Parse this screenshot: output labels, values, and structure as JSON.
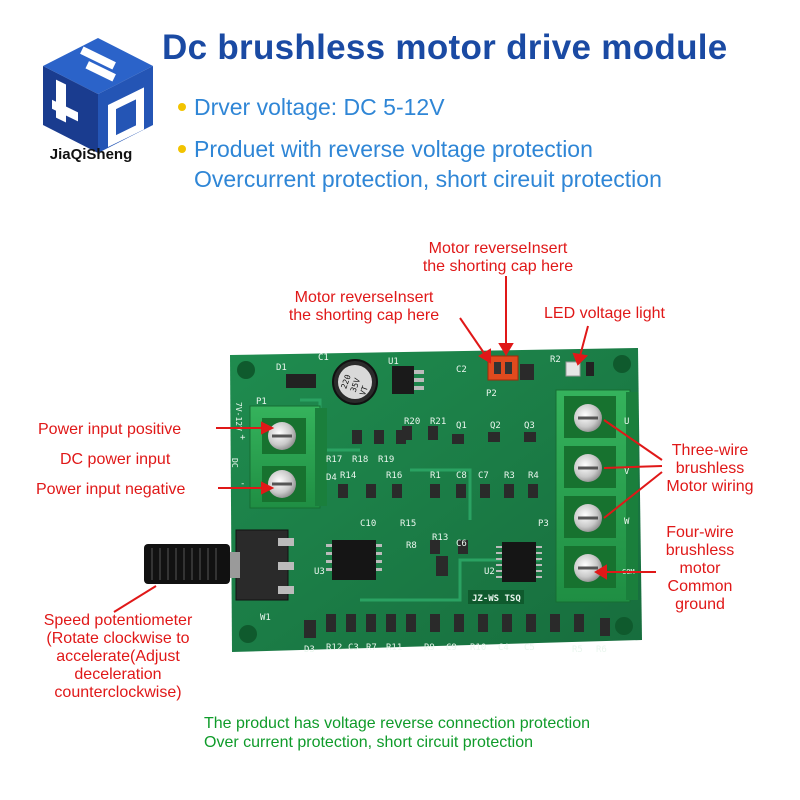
{
  "brand": {
    "name": "JiaQiSheng"
  },
  "header": {
    "title": "Dc brushless motor drive module",
    "features": [
      "Drver voltage: DC 5-12V",
      "Produet with reverse voltage protection",
      "Overcurrent protection, short cireuit protection"
    ]
  },
  "callouts": {
    "motor_reverse_top_1": "Motor reverseInsert",
    "motor_reverse_top_2": "the shorting cap here",
    "motor_reverse_left_1": "Motor reverseInsert",
    "motor_reverse_left_2": "the shorting cap here",
    "led_light": "LED voltage light",
    "power_positive": "Power input positive",
    "dc_input": "DC power input",
    "power_negative": "Power input negative",
    "three_wire_1": "Three-wire",
    "three_wire_2": "brushless",
    "three_wire_3": "Motor wiring",
    "four_wire_1": "Four-wire",
    "four_wire_2": "brushless",
    "four_wire_3": "motor",
    "four_wire_4": "Common",
    "four_wire_5": "ground",
    "speed_1": "Speed potentiometer",
    "speed_2": "(Rotate clockwise to",
    "speed_3": "accelerate(Adjust",
    "speed_4": "deceleration",
    "speed_5": "counterclockwise)"
  },
  "footer": {
    "line1": "The product has voltage reverse connection protection",
    "line2": "Over current protection, short circuit protection"
  },
  "board": {
    "model_label": "JZ-WS TSQ",
    "cap_line1": "220",
    "cap_line2": "35V",
    "cap_line3": "VT",
    "labels": {
      "d1": "D1",
      "c1": "C1",
      "u1": "U1",
      "c2": "C2",
      "p2": "P2",
      "r2": "R2",
      "r20": "R20",
      "r21": "R21",
      "q1": "Q1",
      "q2": "Q2",
      "q3": "Q3",
      "r17": "R17",
      "r18": "R18",
      "r19": "R19",
      "r14": "R14",
      "r16": "R16",
      "r1": "R1",
      "c8": "C8",
      "c7": "C7",
      "r3": "R3",
      "r4": "R4",
      "c10": "C10",
      "r15": "R15",
      "r8": "R8",
      "r13": "R13",
      "c6": "C6",
      "u3": "U3",
      "u2": "U2",
      "w1": "W1",
      "p3": "P3",
      "d3": "D3",
      "r12": "R12",
      "c3": "C3",
      "r7": "R7",
      "r11": "R11",
      "r9": "R9",
      "c9": "C9",
      "r10": "R10",
      "c4": "C4",
      "c5": "C5",
      "r5": "R5",
      "r6": "R6",
      "d4": "D4",
      "p1": "P1",
      "pin_u": "U",
      "pin_v": "V",
      "pin_w": "W",
      "pin_com": "COM",
      "pin_vin": "7V-12V",
      "pin_plus": "+",
      "pin_minus": "-",
      "pin_dc": "DC"
    }
  }
}
